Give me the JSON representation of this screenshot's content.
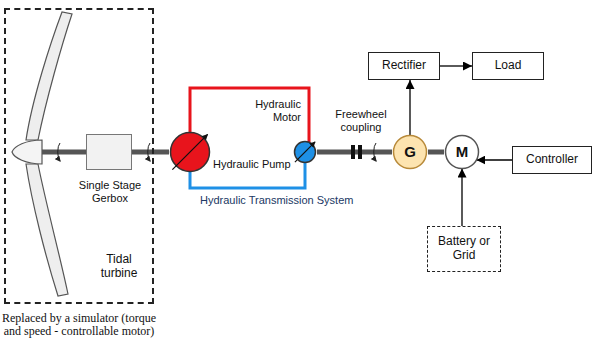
{
  "diagram": {
    "nodes": [
      {
        "text": [
          "Tidal turbine",
          "Replaced by a simulator (torque and speed - controllable motor)"
        ]
      },
      {
        "text": [
          "Single Stage Gerbox"
        ],
        "in": 0
      },
      {
        "text": [
          "Hydraulic Pump"
        ]
      },
      {
        "text": [
          "Hydraulic Motor"
        ]
      },
      {
        "text": [
          "G"
        ]
      },
      {
        "text": [
          "M"
        ]
      },
      {
        "text": [
          "Rectifier"
        ]
      },
      {
        "text": [
          "Load"
        ]
      },
      {
        "text": [
          "Controller"
        ]
      },
      {
        "text": [
          "Battery or Grid"
        ]
      }
    ],
    "edges": [
      {
        "from": 1,
        "to": 2,
        "arrow": "none"
      },
      {
        "from": 2,
        "to": 3,
        "arrow": "none"
      },
      {
        "from": 2,
        "to": 3,
        "arrow": "none"
      },
      {
        "from": 3,
        "to": 4,
        "arrow": "none"
      },
      {
        "from": 4,
        "to": 5,
        "arrow": "none"
      },
      {
        "from": 4,
        "to": 6,
        "arrow": "to"
      },
      {
        "from": 6,
        "to": 7,
        "arrow": "to"
      },
      {
        "from": 8,
        "to": 5,
        "arrow": "to"
      },
      {
        "from": 9,
        "to": 5,
        "arrow": "to"
      }
    ],
    "labels": [
      "Hydraulic Transmission System",
      "Freewheel coupling"
    ]
  }
}
